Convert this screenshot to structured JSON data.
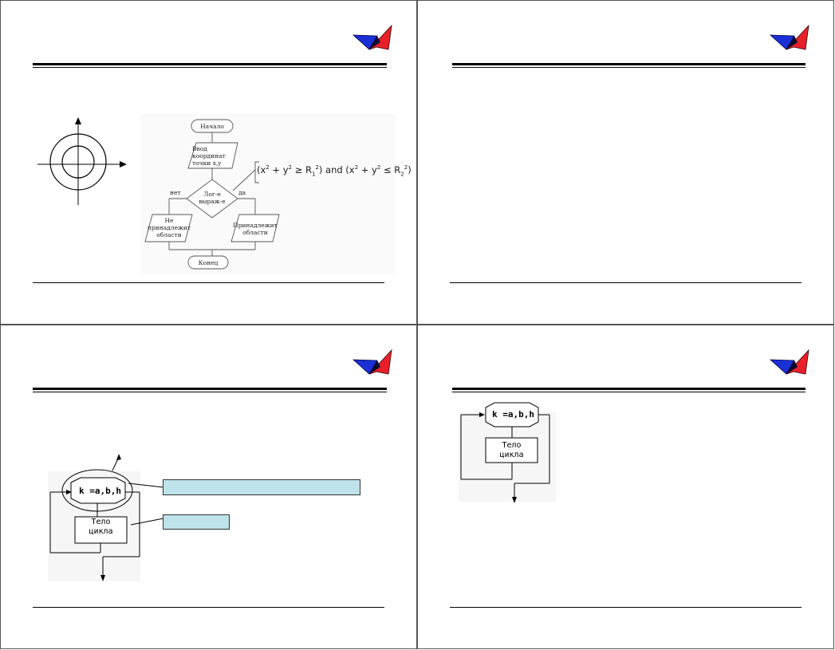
{
  "slide1": {
    "flowchart": {
      "start_label": "Начало",
      "input_label": [
        "Ввод",
        "координат",
        "точки x,y"
      ],
      "decision_label": [
        "Лог-е",
        "выраж-е"
      ],
      "no_label": "нет",
      "yes_label": "да",
      "no_branch_label": [
        "Не",
        "принадлежит",
        "области"
      ],
      "yes_branch_label": [
        "Принадлежит",
        "области"
      ],
      "end_label": "Конец",
      "condition": {
        "part1": "(x",
        "sup1": "2",
        "part2": " + y",
        "sup2": "2",
        "part3": " ≥ R",
        "sub3": "1",
        "sup3": "2",
        "part4": ") and (x",
        "sup4": "2",
        "part5": " + y",
        "sup5": "2",
        "part6": "   ≤ R",
        "sub6": "2",
        "sup6": "2",
        "part7": ")"
      }
    }
  },
  "slide3": {
    "loop_header": "k =a,b,h",
    "loop_body": [
      "Тело",
      "цикла"
    ]
  },
  "slide4": {
    "loop_header": "k =a,b,h",
    "loop_body": [
      "Тело",
      "цикла"
    ]
  },
  "colors": {
    "logo_red": "#e8202a",
    "logo_blue": "#1b2fd6",
    "callout_fill": "#bfe3ea"
  },
  "icons": [
    "logo-icon",
    "coordinate-axes-icon"
  ]
}
